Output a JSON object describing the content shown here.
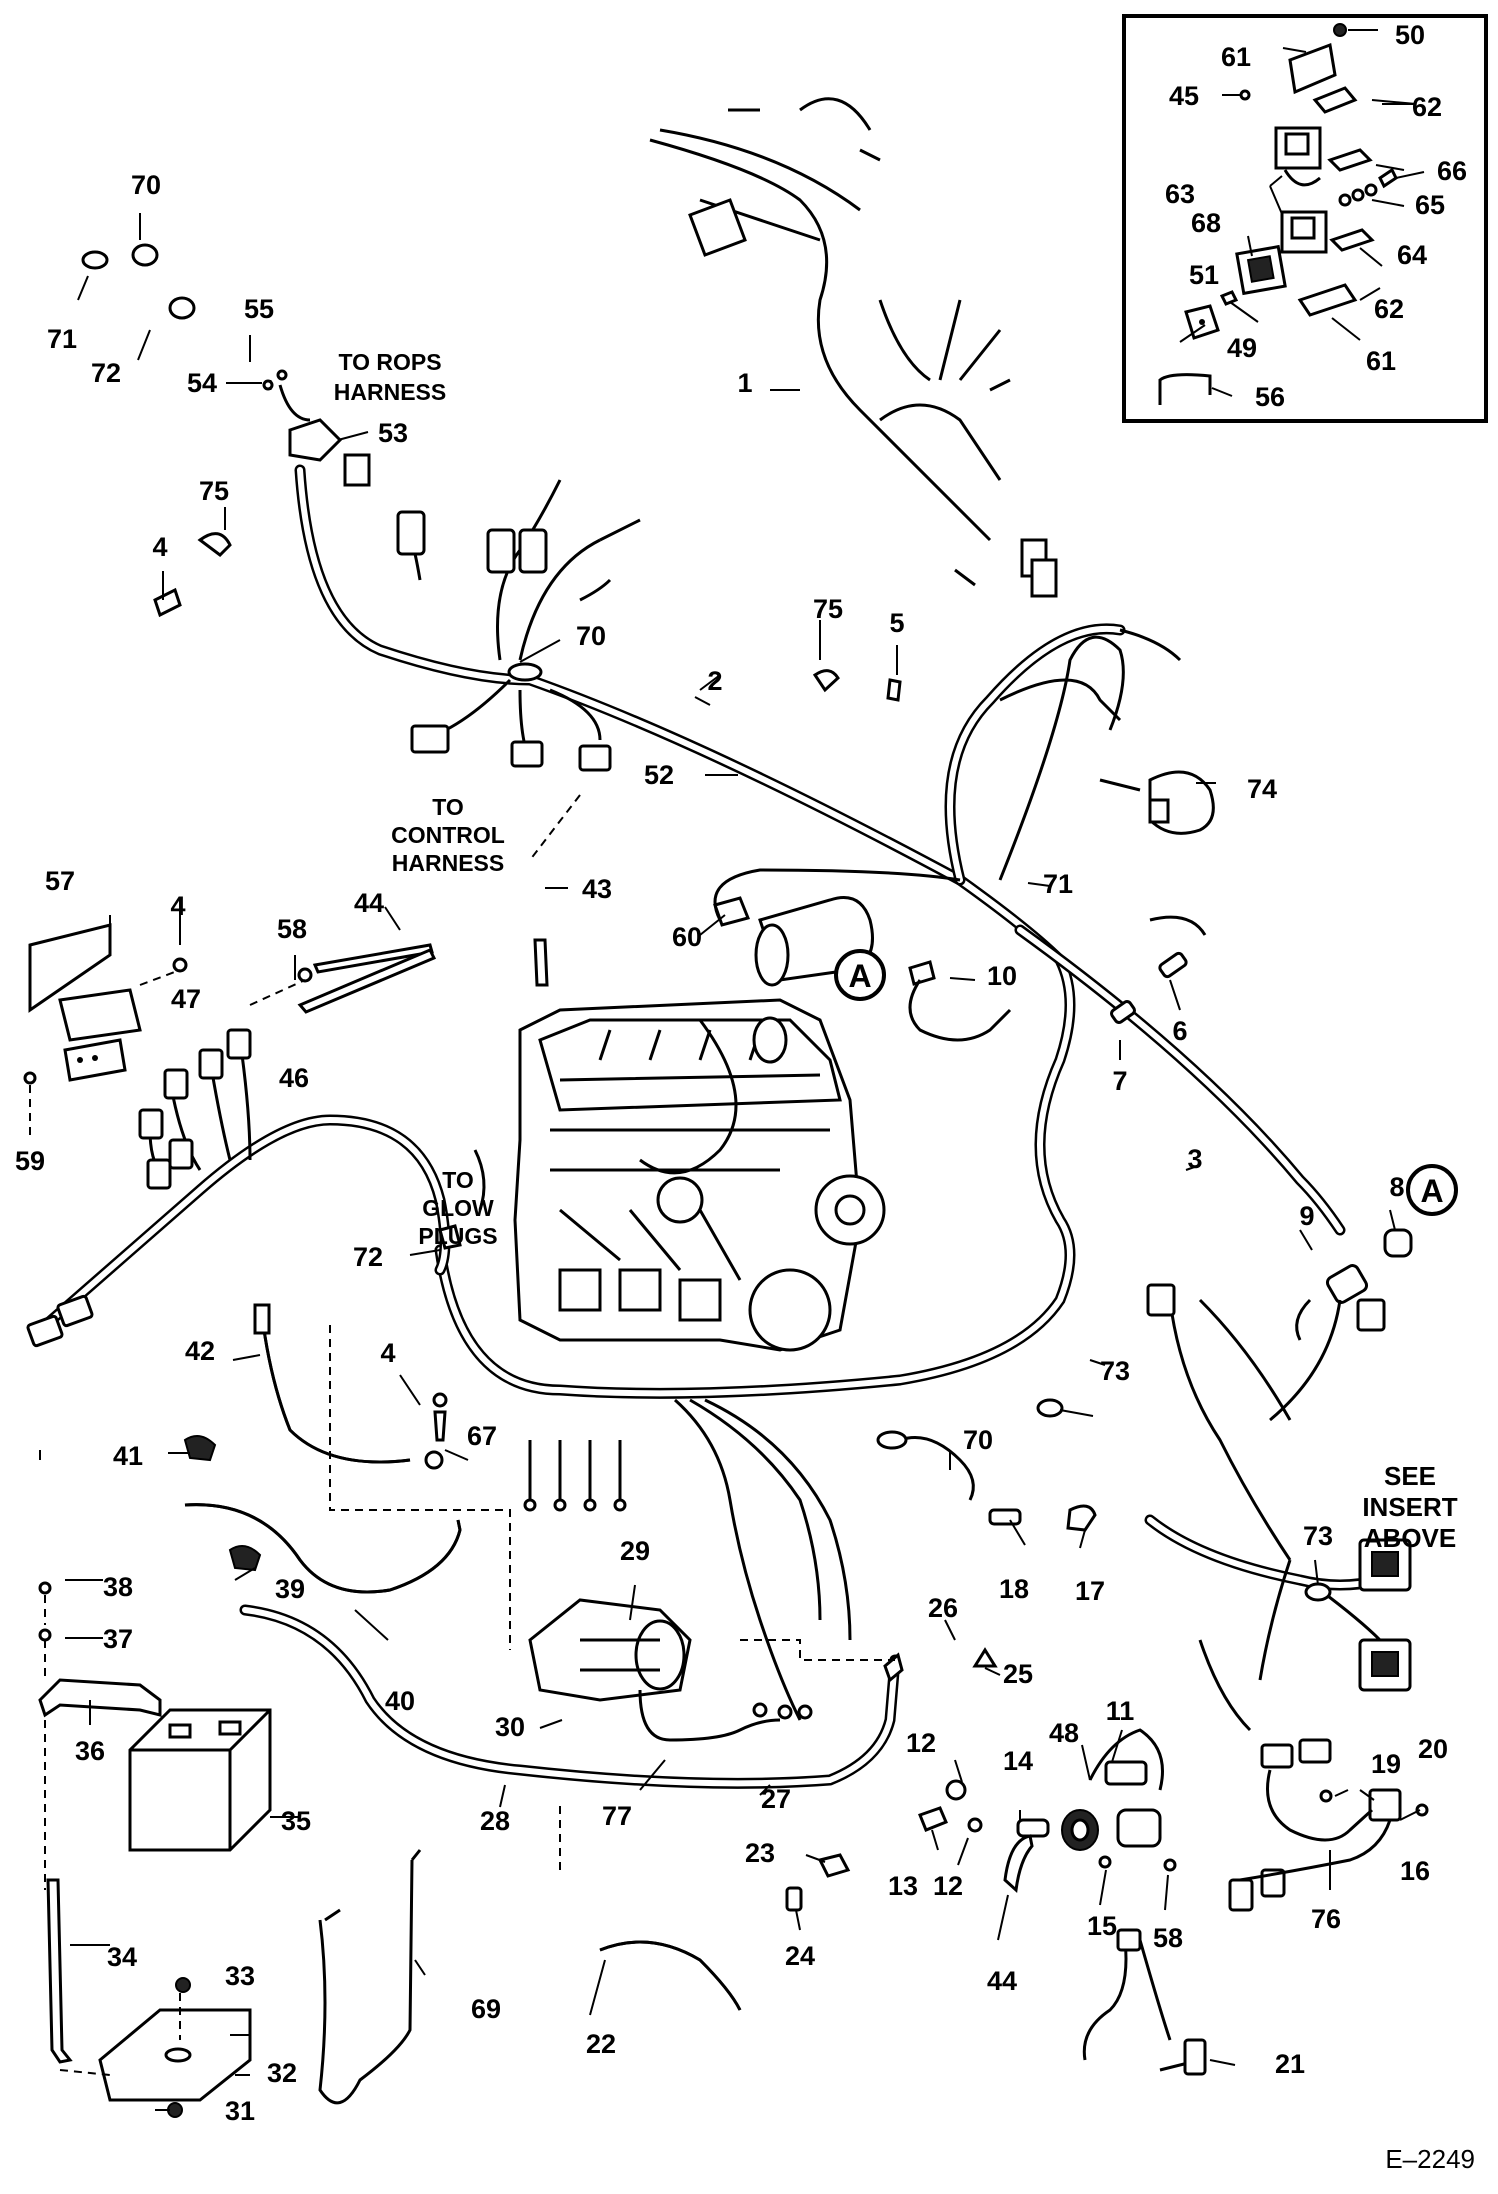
{
  "figure_number": "E–2249",
  "insert_note": [
    "SEE",
    "INSERT",
    "ABOVE"
  ],
  "notes": {
    "rops": [
      "TO ROPS",
      "HARNESS"
    ],
    "control": [
      "TO",
      "CONTROL",
      "HARNESS"
    ],
    "glow": [
      "TO",
      "GLOW",
      "PLUGS"
    ]
  },
  "reference_marker": "A",
  "callouts": [
    {
      "id": "c1",
      "text": "1"
    },
    {
      "id": "c2",
      "text": "2"
    },
    {
      "id": "c3",
      "text": "3"
    },
    {
      "id": "c4a",
      "text": "4"
    },
    {
      "id": "c4b",
      "text": "4"
    },
    {
      "id": "c4c",
      "text": "4"
    },
    {
      "id": "c5",
      "text": "5"
    },
    {
      "id": "c6",
      "text": "6"
    },
    {
      "id": "c7",
      "text": "7"
    },
    {
      "id": "c8",
      "text": "8"
    },
    {
      "id": "c9",
      "text": "9"
    },
    {
      "id": "c10",
      "text": "10"
    },
    {
      "id": "c11",
      "text": "11"
    },
    {
      "id": "c12a",
      "text": "12"
    },
    {
      "id": "c12b",
      "text": "12"
    },
    {
      "id": "c13",
      "text": "13"
    },
    {
      "id": "c14",
      "text": "14"
    },
    {
      "id": "c15",
      "text": "15"
    },
    {
      "id": "c16",
      "text": "16"
    },
    {
      "id": "c17",
      "text": "17"
    },
    {
      "id": "c18",
      "text": "18"
    },
    {
      "id": "c19",
      "text": "19"
    },
    {
      "id": "c20",
      "text": "20"
    },
    {
      "id": "c21",
      "text": "21"
    },
    {
      "id": "c22",
      "text": "22"
    },
    {
      "id": "c23",
      "text": "23"
    },
    {
      "id": "c24",
      "text": "24"
    },
    {
      "id": "c25",
      "text": "25"
    },
    {
      "id": "c26",
      "text": "26"
    },
    {
      "id": "c27",
      "text": "27"
    },
    {
      "id": "c28",
      "text": "28"
    },
    {
      "id": "c29",
      "text": "29"
    },
    {
      "id": "c30",
      "text": "30"
    },
    {
      "id": "c31",
      "text": "31"
    },
    {
      "id": "c32",
      "text": "32"
    },
    {
      "id": "c33",
      "text": "33"
    },
    {
      "id": "c34",
      "text": "34"
    },
    {
      "id": "c35",
      "text": "35"
    },
    {
      "id": "c36",
      "text": "36"
    },
    {
      "id": "c37",
      "text": "37"
    },
    {
      "id": "c38",
      "text": "38"
    },
    {
      "id": "c39",
      "text": "39"
    },
    {
      "id": "c40",
      "text": "40"
    },
    {
      "id": "c41",
      "text": "41"
    },
    {
      "id": "c42",
      "text": "42"
    },
    {
      "id": "c43",
      "text": "43"
    },
    {
      "id": "c44a",
      "text": "44"
    },
    {
      "id": "c44b",
      "text": "44"
    },
    {
      "id": "c45",
      "text": "45"
    },
    {
      "id": "c46",
      "text": "46"
    },
    {
      "id": "c47",
      "text": "47"
    },
    {
      "id": "c48",
      "text": "48"
    },
    {
      "id": "c49",
      "text": "49"
    },
    {
      "id": "c50",
      "text": "50"
    },
    {
      "id": "c51",
      "text": "51"
    },
    {
      "id": "c52",
      "text": "52"
    },
    {
      "id": "c53",
      "text": "53"
    },
    {
      "id": "c54",
      "text": "54"
    },
    {
      "id": "c55",
      "text": "55"
    },
    {
      "id": "c56",
      "text": "56"
    },
    {
      "id": "c57",
      "text": "57"
    },
    {
      "id": "c58a",
      "text": "58"
    },
    {
      "id": "c58b",
      "text": "58"
    },
    {
      "id": "c59",
      "text": "59"
    },
    {
      "id": "c60",
      "text": "60"
    },
    {
      "id": "c61a",
      "text": "61"
    },
    {
      "id": "c61b",
      "text": "61"
    },
    {
      "id": "c62a",
      "text": "62"
    },
    {
      "id": "c62b",
      "text": "62"
    },
    {
      "id": "c63",
      "text": "63"
    },
    {
      "id": "c64",
      "text": "64"
    },
    {
      "id": "c65",
      "text": "65"
    },
    {
      "id": "c66",
      "text": "66"
    },
    {
      "id": "c67",
      "text": "67"
    },
    {
      "id": "c68",
      "text": "68"
    },
    {
      "id": "c69",
      "text": "69"
    },
    {
      "id": "c70a",
      "text": "70"
    },
    {
      "id": "c70b",
      "text": "70"
    },
    {
      "id": "c70c",
      "text": "70"
    },
    {
      "id": "c71a",
      "text": "71"
    },
    {
      "id": "c71b",
      "text": "71"
    },
    {
      "id": "c72a",
      "text": "72"
    },
    {
      "id": "c72b",
      "text": "72"
    },
    {
      "id": "c73a",
      "text": "73"
    },
    {
      "id": "c73b",
      "text": "73"
    },
    {
      "id": "c74",
      "text": "74"
    },
    {
      "id": "c75a",
      "text": "75"
    },
    {
      "id": "c75b",
      "text": "75"
    },
    {
      "id": "c76",
      "text": "76"
    },
    {
      "id": "c77",
      "text": "77"
    }
  ]
}
